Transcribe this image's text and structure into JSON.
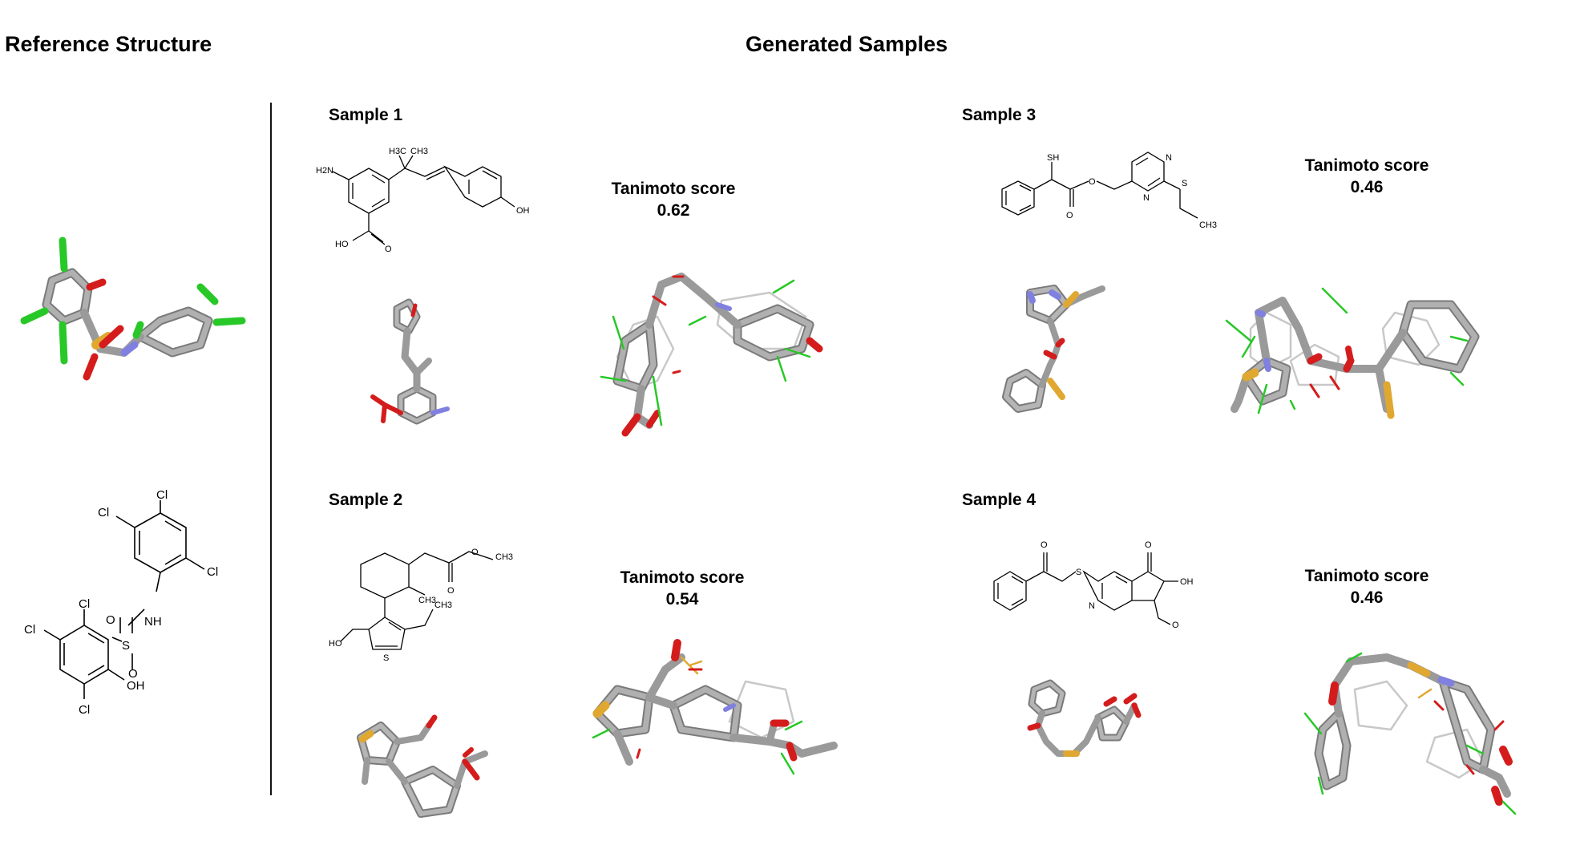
{
  "reference": {
    "title": "Reference Structure",
    "atoms": [
      "Cl",
      "Cl",
      "Cl",
      "Cl",
      "Cl",
      "Cl",
      "NH",
      "S",
      "O",
      "O",
      "OH"
    ]
  },
  "generated": {
    "title": "Generated Samples",
    "score_label": "Tanimoto score",
    "samples": [
      {
        "label": "Sample 1",
        "score": "0.62",
        "atoms": [
          "H2N",
          "H3C",
          "CH3",
          "OH",
          "HO",
          "O"
        ]
      },
      {
        "label": "Sample 2",
        "score": "0.54",
        "atoms": [
          "O",
          "O",
          "CH3",
          "CH3",
          "CH3",
          "HO",
          "S"
        ]
      },
      {
        "label": "Sample 3",
        "score": "0.46",
        "atoms": [
          "SH",
          "O",
          "O",
          "N",
          "N",
          "S",
          "CH3"
        ]
      },
      {
        "label": "Sample 4",
        "score": "0.46",
        "atoms": [
          "O",
          "S",
          "O",
          "OH",
          "N",
          "O"
        ]
      }
    ]
  },
  "colors": {
    "carbon": "#9a9a9a",
    "oxygen": "#d41c1c",
    "nitrogen": "#8080e0",
    "sulfur": "#e0a830",
    "chlorine": "#28c828"
  }
}
